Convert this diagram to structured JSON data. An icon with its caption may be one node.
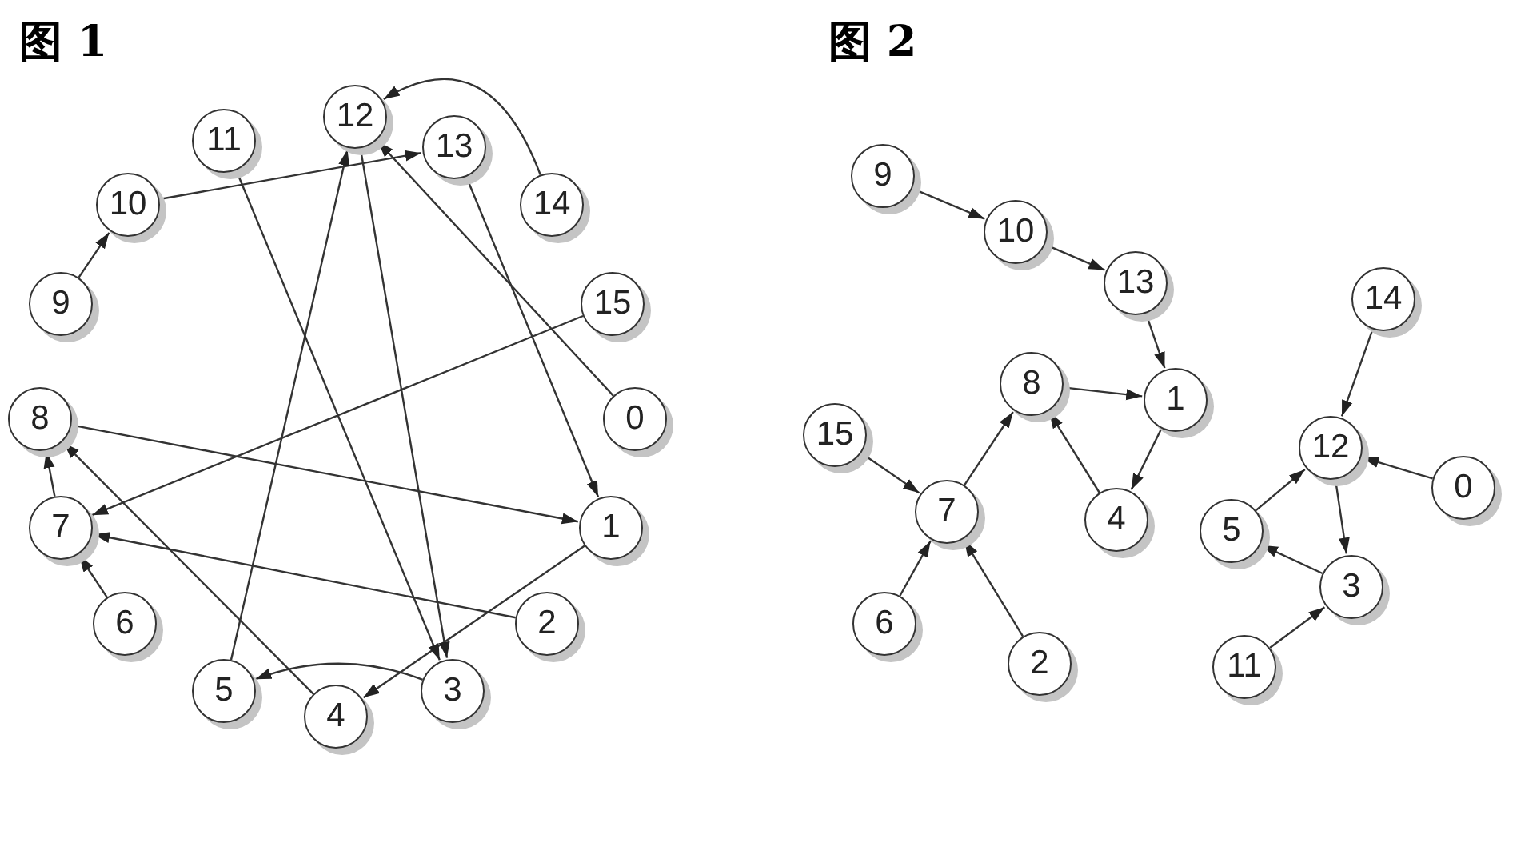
{
  "diagram": {
    "nodes": [
      {
        "text": [
          "0"
        ]
      },
      {
        "text": [
          "1"
        ]
      },
      {
        "text": [
          "2"
        ]
      },
      {
        "text": [
          "3"
        ]
      },
      {
        "text": [
          "4"
        ]
      },
      {
        "text": [
          "5"
        ]
      },
      {
        "text": [
          "6"
        ]
      },
      {
        "text": [
          "7"
        ]
      },
      {
        "text": [
          "8"
        ]
      },
      {
        "text": [
          "9"
        ]
      },
      {
        "text": [
          "10"
        ]
      },
      {
        "text": [
          "11"
        ]
      },
      {
        "text": [
          "12"
        ]
      },
      {
        "text": [
          "13"
        ]
      },
      {
        "text": [
          "14"
        ]
      },
      {
        "text": [
          "15"
        ]
      },
      {
        "text": [
          "0"
        ]
      },
      {
        "text": [
          "1"
        ]
      },
      {
        "text": [
          "2"
        ]
      },
      {
        "text": [
          "3"
        ]
      },
      {
        "text": [
          "4"
        ]
      },
      {
        "text": [
          "5"
        ]
      },
      {
        "text": [
          "6"
        ]
      },
      {
        "text": [
          "7"
        ]
      },
      {
        "text": [
          "8"
        ]
      },
      {
        "text": [
          "9"
        ]
      },
      {
        "text": [
          "10"
        ]
      },
      {
        "text": [
          "11"
        ]
      },
      {
        "text": [
          "12"
        ]
      },
      {
        "text": [
          "13"
        ]
      },
      {
        "text": [
          "14"
        ]
      },
      {
        "text": [
          "15"
        ]
      }
    ],
    "edges": [
      {
        "from": 9,
        "to": 10,
        "arrow": "to"
      },
      {
        "from": 10,
        "to": 13,
        "arrow": "to"
      },
      {
        "from": 13,
        "to": 1,
        "arrow": "to"
      },
      {
        "from": 8,
        "to": 1,
        "arrow": "to"
      },
      {
        "from": 1,
        "to": 4,
        "arrow": "to"
      },
      {
        "from": 4,
        "to": 8,
        "arrow": "to"
      },
      {
        "from": 7,
        "to": 8,
        "arrow": "to"
      },
      {
        "from": 15,
        "to": 7,
        "arrow": "to"
      },
      {
        "from": 6,
        "to": 7,
        "arrow": "to"
      },
      {
        "from": 2,
        "to": 7,
        "arrow": "to"
      },
      {
        "from": 14,
        "to": 12,
        "arrow": "to"
      },
      {
        "from": 0,
        "to": 12,
        "arrow": "to"
      },
      {
        "from": 12,
        "to": 3,
        "arrow": "to"
      },
      {
        "from": 5,
        "to": 12,
        "arrow": "to"
      },
      {
        "from": 3,
        "to": 5,
        "arrow": "to"
      },
      {
        "from": 11,
        "to": 3,
        "arrow": "to"
      },
      {
        "from": 25,
        "to": 26,
        "arrow": "to"
      },
      {
        "from": 26,
        "to": 29,
        "arrow": "to"
      },
      {
        "from": 29,
        "to": 17,
        "arrow": "to"
      },
      {
        "from": 24,
        "to": 17,
        "arrow": "to"
      },
      {
        "from": 17,
        "to": 20,
        "arrow": "to"
      },
      {
        "from": 20,
        "to": 24,
        "arrow": "to"
      },
      {
        "from": 23,
        "to": 24,
        "arrow": "to"
      },
      {
        "from": 31,
        "to": 23,
        "arrow": "to"
      },
      {
        "from": 22,
        "to": 23,
        "arrow": "to"
      },
      {
        "from": 18,
        "to": 23,
        "arrow": "to"
      },
      {
        "from": 30,
        "to": 28,
        "arrow": "to"
      },
      {
        "from": 16,
        "to": 28,
        "arrow": "to"
      },
      {
        "from": 28,
        "to": 19,
        "arrow": "to"
      },
      {
        "from": 21,
        "to": 28,
        "arrow": "to"
      },
      {
        "from": 19,
        "to": 21,
        "arrow": "to"
      },
      {
        "from": 27,
        "to": 19,
        "arrow": "to"
      }
    ],
    "labels": [
      "图 1",
      "图 2"
    ]
  }
}
